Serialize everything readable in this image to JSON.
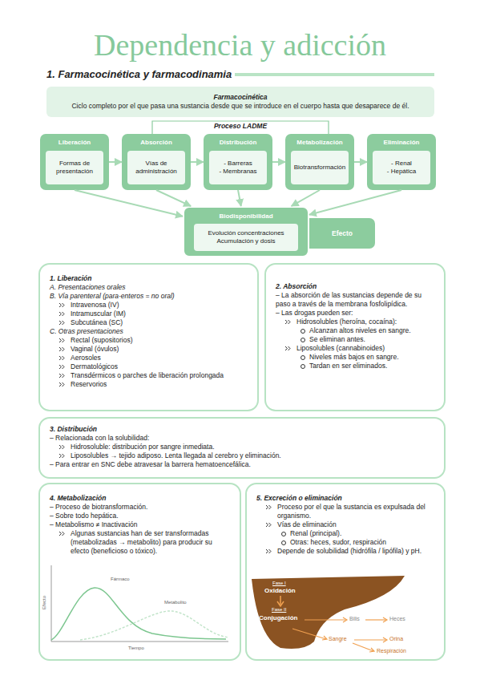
{
  "diagram": {
    "title": "Dependencia y adicción",
    "nodes": [
      {
        "text": [
          "Farmacocinética",
          "Ciclo completo por el que pasa una sustancia desde que se introduce en el cuerpo hasta que desaparece de él."
        ]
      },
      {
        "text": [
          "Liberación"
        ]
      },
      {
        "text": [
          "Formas de presentación"
        ],
        "in": 1
      },
      {
        "text": [
          "Absorción"
        ]
      },
      {
        "text": [
          "Vías de administración"
        ],
        "in": 3
      },
      {
        "text": [
          "Distribución"
        ]
      },
      {
        "text": [
          "- Barreras",
          "- Membranas"
        ],
        "in": 5
      },
      {
        "text": [
          "Metabolización"
        ]
      },
      {
        "text": [
          "Biotransformación"
        ],
        "in": 7
      },
      {
        "text": [
          "Eliminación"
        ]
      },
      {
        "text": [
          "- Renal",
          "- Hepática"
        ],
        "in": 9
      },
      {
        "text": [
          "Biodisponibilidad"
        ]
      },
      {
        "text": [
          "Evolución concentraciones",
          "Acumulación y dosis"
        ],
        "in": 11
      },
      {
        "text": [
          "Efecto"
        ]
      },
      {
        "text": [
          "1. Liberación",
          "A. Presentaciones orales",
          "B. Vía parenteral (para-enteros = no oral)",
          "Intravenosa (IV)",
          "Intramuscular (IM)",
          "Subcutánea (SC)",
          "C. Otras presentaciones",
          "Rectal (supositorios)",
          "Vaginal (óvulos)",
          "Aerosoles",
          "Dermatológicos",
          "Transdérmicos o parches de liberación prolongada",
          "Reservorios"
        ]
      },
      {
        "text": [
          "2. Absorción",
          "– La absorción de las sustancias depende de su paso a través de la membrana fosfolipídica.",
          "– Las drogas pueden ser:",
          "Hidrosolubles (heroína, cocaína):",
          "Alcanzan altos niveles en sangre.",
          "Se eliminan antes.",
          "Liposolubles (cannabinoides)",
          "Niveles más bajos en sangre.",
          "Tardan en ser eliminados."
        ]
      },
      {
        "text": [
          "3. Distribución",
          "– Relacionada con la solubilidad:",
          "Hidrosoluble: distribución por sangre inmediata.",
          "Liposolubles → tejido adiposo. Lenta llegada al cerebro y eliminación.",
          "– Para entrar en SNC debe atravesar la barrera hematoencefálica."
        ]
      },
      {
        "text": [
          "4. Metabolización",
          "– Proceso de biotransformación.",
          "– Sobre todo hepática.",
          "– Metabolismo ≠ Inactivación",
          "Algunas sustancias han de ser transformadas (metabolizadas → metabolito) para producir su efecto (beneficioso o tóxico)."
        ]
      },
      {
        "text": [
          "5. Excreción o eliminación",
          "Proceso por el que la sustancia es expulsada del organismo.",
          "Vías de eliminación",
          "Renal (principal).",
          "Otras: heces, sudor, respiración",
          "Depende de solubilidad (hidrófila / lipófila) y pH."
        ]
      }
    ],
    "edges": [
      {
        "from": 1,
        "to": 3,
        "arrow": "to"
      },
      {
        "from": 3,
        "to": 5,
        "arrow": "to"
      },
      {
        "from": 5,
        "to": 7,
        "arrow": "to"
      },
      {
        "from": 7,
        "to": 9,
        "arrow": "to"
      },
      {
        "from": 1,
        "to": 11,
        "arrow": "to"
      },
      {
        "from": 3,
        "to": 11,
        "arrow": "to"
      },
      {
        "from": 5,
        "to": 11,
        "arrow": "to"
      },
      {
        "from": 7,
        "to": 11,
        "arrow": "to"
      },
      {
        "from": 9,
        "to": 11,
        "arrow": "to"
      }
    ],
    "labels": [
      "1. Farmacocinética y farmacodinamia",
      "Proceso LADME",
      "Fármaco",
      "Metabolito",
      "Efecto",
      "Tiempo",
      "Fase I",
      "Oxidación",
      "Fase II",
      "Conjugación",
      "Bilis",
      "Heces",
      "Sangre",
      "Orina",
      "Respiración"
    ]
  }
}
